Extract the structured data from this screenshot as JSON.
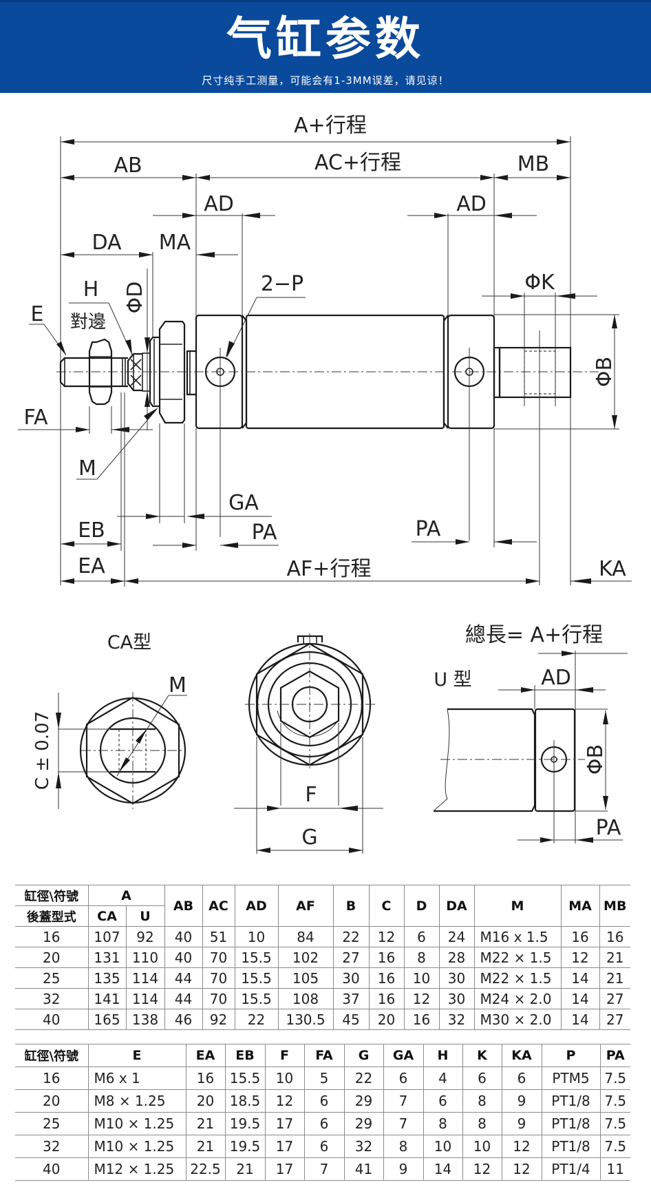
{
  "banner": {
    "title": "气缸参数",
    "subtitle": "尺寸纯手工测量，可能会有1-3MM误差，请见谅！",
    "color": "#0a4a9c"
  },
  "drawing": {
    "main_view": {
      "labels": {
        "A_stroke": "A+行程",
        "AB": "AB",
        "AC_stroke": "AC+行程",
        "MB": "MB",
        "AD_left": "AD",
        "AD_right": "AD",
        "DA": "DA",
        "MA": "MA",
        "H": "H",
        "across_flats": "對邊",
        "phi_D": "ΦD",
        "E": "E",
        "two_P": "2−P",
        "phi_K": "ΦK",
        "phi_B": "ΦB",
        "FA": "FA",
        "M": "M",
        "GA": "GA",
        "PA_left": "PA",
        "PA_right": "PA",
        "EB": "EB",
        "EA": "EA",
        "AF_stroke": "AF+行程",
        "KA": "KA"
      }
    },
    "ca_view": {
      "title": "CA型",
      "M": "M",
      "C_tol": "C ± 0.07"
    },
    "front_view": {
      "F": "F",
      "G": "G"
    },
    "u_view": {
      "title": "U 型",
      "total_length": "總長= A+行程",
      "AD": "AD",
      "phi_B": "ΦB",
      "PA": "PA"
    }
  },
  "table1": {
    "header_row1": [
      "缸徑\\符號",
      "A",
      "AB",
      "AC",
      "AD",
      "AF",
      "B",
      "C",
      "D",
      "DA",
      "M",
      "MA",
      "MB"
    ],
    "header_row2": [
      "後蓋型式",
      "CA",
      "U"
    ],
    "rows": [
      [
        "16",
        "107",
        "92",
        "40",
        "51",
        "10",
        "84",
        "22",
        "12",
        "6",
        "24",
        "M16 x 1.5",
        "16",
        "16"
      ],
      [
        "20",
        "131",
        "110",
        "40",
        "70",
        "15.5",
        "102",
        "27",
        "16",
        "8",
        "28",
        "M22 × 1.5",
        "12",
        "21"
      ],
      [
        "25",
        "135",
        "114",
        "44",
        "70",
        "15.5",
        "105",
        "30",
        "16",
        "10",
        "30",
        "M22 × 1.5",
        "14",
        "21"
      ],
      [
        "32",
        "141",
        "114",
        "44",
        "70",
        "15.5",
        "108",
        "37",
        "16",
        "12",
        "30",
        "M24 × 2.0",
        "14",
        "27"
      ],
      [
        "40",
        "165",
        "138",
        "46",
        "92",
        "22",
        "130.5",
        "45",
        "20",
        "16",
        "32",
        "M30 × 2.0",
        "14",
        "27"
      ]
    ]
  },
  "table2": {
    "header": [
      "缸徑\\符號",
      "E",
      "EA",
      "EB",
      "F",
      "FA",
      "G",
      "GA",
      "H",
      "K",
      "KA",
      "P",
      "PA"
    ],
    "rows": [
      [
        "16",
        "M6 x 1",
        "16",
        "15.5",
        "10",
        "5",
        "22",
        "6",
        "4",
        "6",
        "6",
        "PTM5",
        "7.5"
      ],
      [
        "20",
        "M8 × 1.25",
        "20",
        "18.5",
        "12",
        "6",
        "29",
        "7",
        "6",
        "8",
        "9",
        "PT1/8",
        "7.5"
      ],
      [
        "25",
        "M10 × 1.25",
        "21",
        "19.5",
        "17",
        "6",
        "29",
        "7",
        "8",
        "8",
        "9",
        "PT1/8",
        "7.5"
      ],
      [
        "32",
        "M10 × 1.25",
        "21",
        "19.5",
        "17",
        "6",
        "32",
        "8",
        "10",
        "10",
        "12",
        "PT1/8",
        "7.5"
      ],
      [
        "40",
        "M12 × 1.25",
        "22.5",
        "21",
        "17",
        "7",
        "41",
        "9",
        "14",
        "12",
        "12",
        "PT1/4",
        "11"
      ]
    ]
  }
}
